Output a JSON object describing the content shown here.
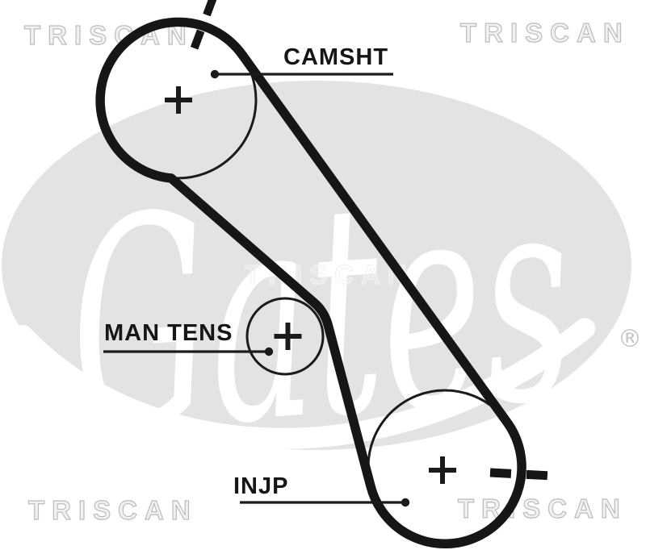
{
  "diagram_title": "timing-belt-routing-diagram",
  "labels": {
    "camshaft": "CAMSHT",
    "manual_tensioner": "MAN TENS",
    "injection_pump": "INJP"
  },
  "watermarks": {
    "triscan": "TRISCAN",
    "brand_script": "Gates",
    "registered_mark": "®"
  },
  "colors": {
    "line_black": "#1b1b1b",
    "watermark_ellipse_gray": "#e3e3e3",
    "triscan_outline_gray": "#bcbcbc",
    "background": "#ffffff"
  }
}
